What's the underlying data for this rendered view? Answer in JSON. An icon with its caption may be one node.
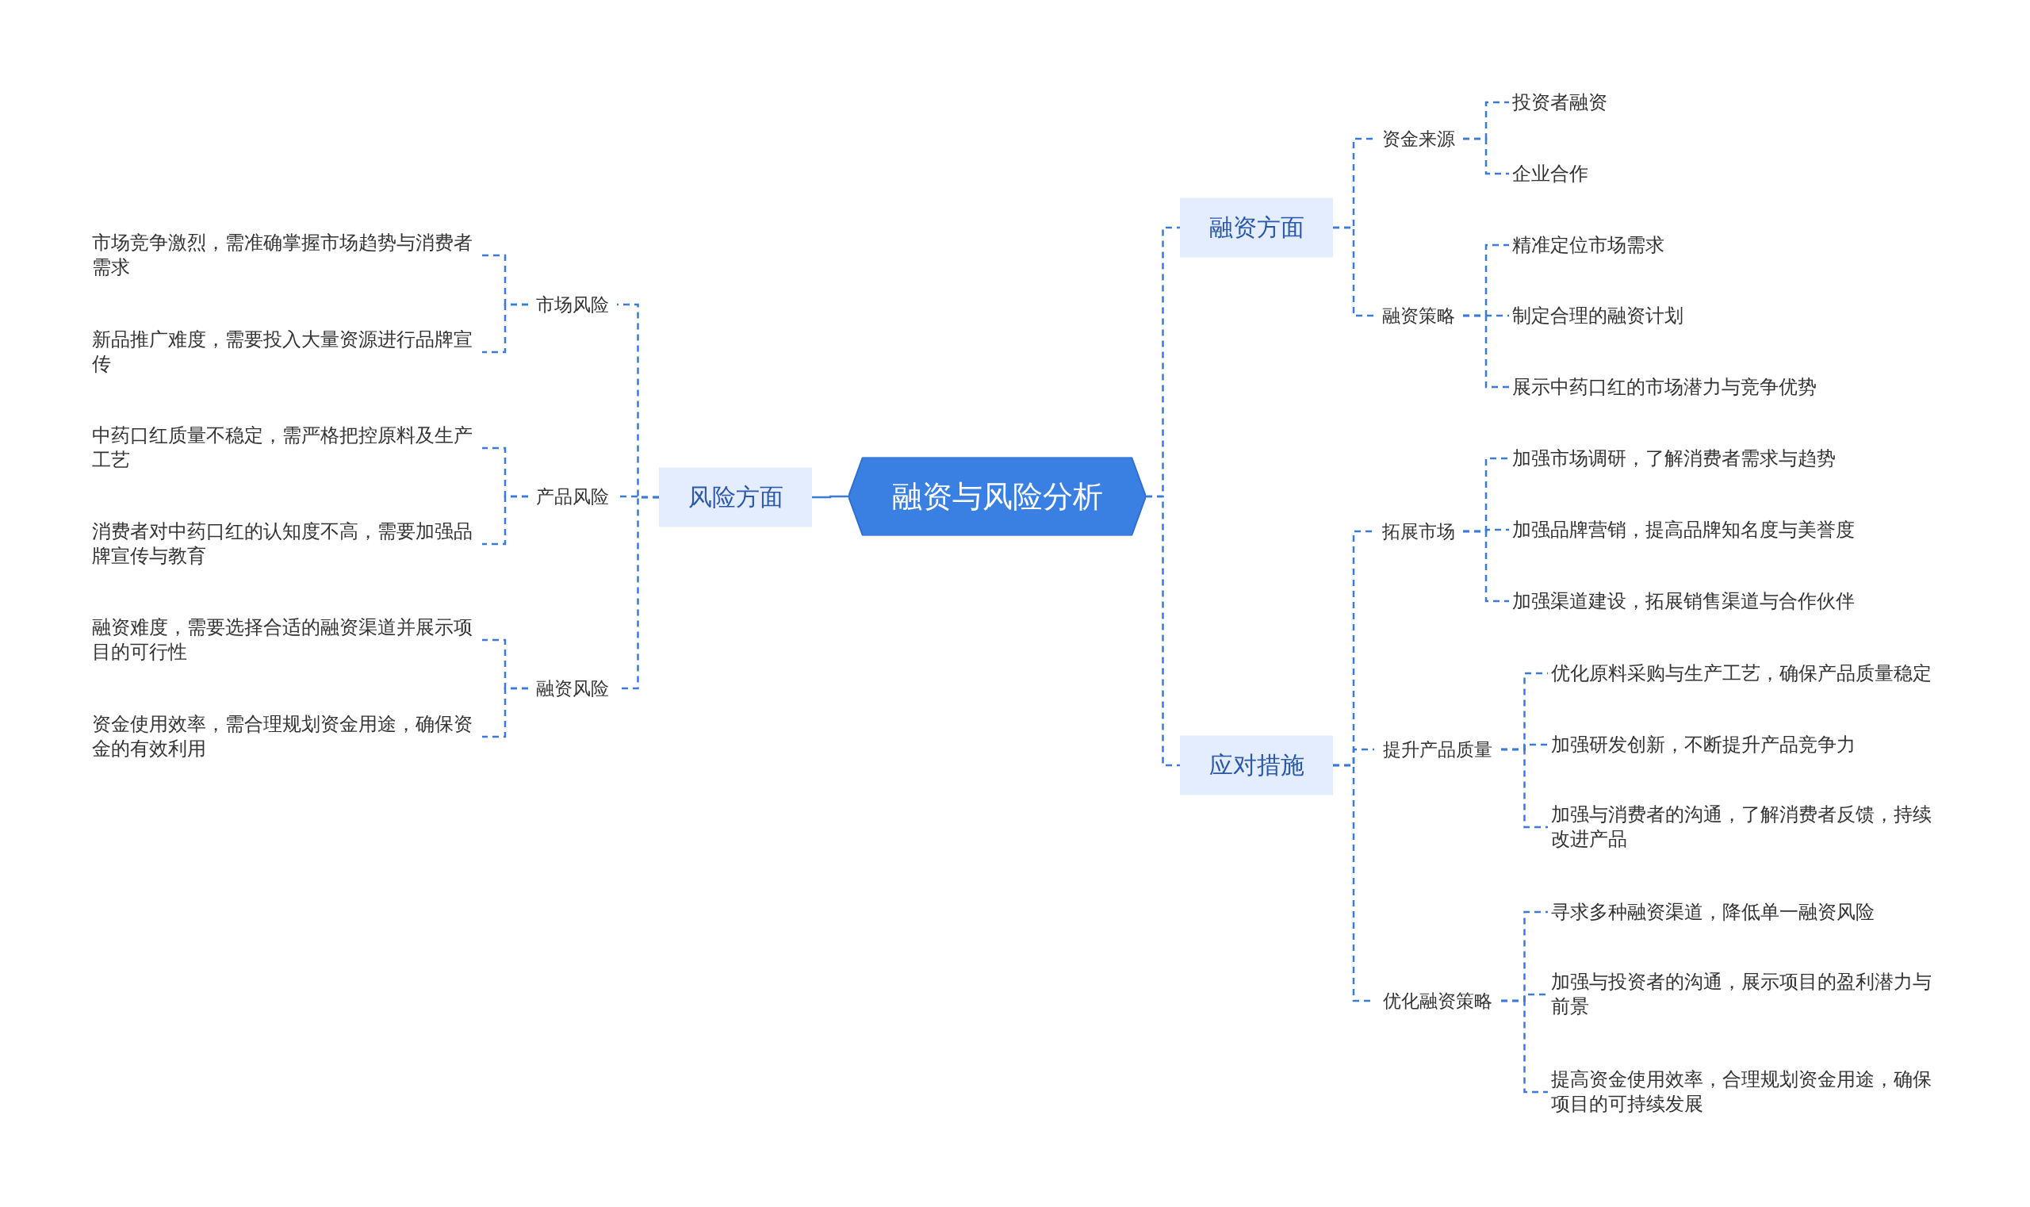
{
  "diagram": {
    "nodes": [
      {
        "text": [
          "融资与风险分析"
        ]
      },
      {
        "text": [
          "风险方面"
        ]
      },
      {
        "text": [
          "市场风险"
        ]
      },
      {
        "text": [
          "市场竞争激烈，需准确掌握市场趋势与消费者需求"
        ]
      },
      {
        "text": [
          "新品推广难度，需要投入大量资源进行品牌宣传"
        ]
      },
      {
        "text": [
          "产品风险"
        ]
      },
      {
        "text": [
          "中药口红质量不稳定，需严格把控原料及生产工艺"
        ]
      },
      {
        "text": [
          "消费者对中药口红的认知度不高，需要加强品牌宣传与教育"
        ]
      },
      {
        "text": [
          "融资风险"
        ]
      },
      {
        "text": [
          "融资难度，需要选择合适的融资渠道并展示项目的可行性"
        ]
      },
      {
        "text": [
          "资金使用效率，需合理规划资金用途，确保资金的有效利用"
        ]
      },
      {
        "text": [
          "融资方面"
        ]
      },
      {
        "text": [
          "资金来源"
        ]
      },
      {
        "text": [
          "投资者融资"
        ]
      },
      {
        "text": [
          "企业合作"
        ]
      },
      {
        "text": [
          "融资策略"
        ]
      },
      {
        "text": [
          "精准定位市场需求"
        ]
      },
      {
        "text": [
          "制定合理的融资计划"
        ]
      },
      {
        "text": [
          "展示中药口红的市场潜力与竞争优势"
        ]
      },
      {
        "text": [
          "应对措施"
        ]
      },
      {
        "text": [
          "拓展市场"
        ]
      },
      {
        "text": [
          "加强市场调研，了解消费者需求与趋势"
        ]
      },
      {
        "text": [
          "加强品牌营销，提高品牌知名度与美誉度"
        ]
      },
      {
        "text": [
          "加强渠道建设，拓展销售渠道与合作伙伴"
        ]
      },
      {
        "text": [
          "提升产品质量"
        ]
      },
      {
        "text": [
          "优化原料采购与生产工艺，确保产品质量稳定"
        ]
      },
      {
        "text": [
          "加强研发创新，不断提升产品竞争力"
        ]
      },
      {
        "text": [
          "加强与消费者的沟通，了解消费者反馈，持续改进产品"
        ]
      },
      {
        "text": [
          "优化融资策略"
        ]
      },
      {
        "text": [
          "寻求多种融资渠道，降低单一融资风险"
        ]
      },
      {
        "text": [
          "加强与投资者的沟通，展示项目的盈利潜力与前景"
        ]
      },
      {
        "text": [
          "提高资金使用效率，合理规划资金用途，确保项目的可持续发展"
        ]
      }
    ],
    "edges": [
      {
        "from": 0,
        "to": 1,
        "arrow": "none"
      },
      {
        "from": 1,
        "to": 2,
        "arrow": "none",
        "style": "dashed"
      },
      {
        "from": 2,
        "to": 3,
        "arrow": "none",
        "style": "dashed"
      },
      {
        "from": 2,
        "to": 4,
        "arrow": "none",
        "style": "dashed"
      },
      {
        "from": 1,
        "to": 5,
        "arrow": "none",
        "style": "dashed"
      },
      {
        "from": 5,
        "to": 6,
        "arrow": "none",
        "style": "dashed"
      },
      {
        "from": 5,
        "to": 7,
        "arrow": "none",
        "style": "dashed"
      },
      {
        "from": 1,
        "to": 8,
        "arrow": "none",
        "style": "dashed"
      },
      {
        "from": 8,
        "to": 9,
        "arrow": "none",
        "style": "dashed"
      },
      {
        "from": 8,
        "to": 10,
        "arrow": "none",
        "style": "dashed"
      },
      {
        "from": 0,
        "to": 11,
        "arrow": "none",
        "style": "dashed"
      },
      {
        "from": 11,
        "to": 12,
        "arrow": "none",
        "style": "dashed"
      },
      {
        "from": 12,
        "to": 13,
        "arrow": "none",
        "style": "dashed"
      },
      {
        "from": 12,
        "to": 14,
        "arrow": "none",
        "style": "dashed"
      },
      {
        "from": 11,
        "to": 15,
        "arrow": "none",
        "style": "dashed"
      },
      {
        "from": 15,
        "to": 16,
        "arrow": "none",
        "style": "dashed"
      },
      {
        "from": 15,
        "to": 17,
        "arrow": "none",
        "style": "dashed"
      },
      {
        "from": 15,
        "to": 18,
        "arrow": "none",
        "style": "dashed"
      },
      {
        "from": 0,
        "to": 19,
        "arrow": "none",
        "style": "dashed"
      },
      {
        "from": 19,
        "to": 20,
        "arrow": "none",
        "style": "dashed"
      },
      {
        "from": 20,
        "to": 21,
        "arrow": "none",
        "style": "dashed"
      },
      {
        "from": 20,
        "to": 22,
        "arrow": "none",
        "style": "dashed"
      },
      {
        "from": 20,
        "to": 23,
        "arrow": "none",
        "style": "dashed"
      },
      {
        "from": 19,
        "to": 24,
        "arrow": "none",
        "style": "dashed"
      },
      {
        "from": 24,
        "to": 25,
        "arrow": "none",
        "style": "dashed"
      },
      {
        "from": 24,
        "to": 26,
        "arrow": "none",
        "style": "dashed"
      },
      {
        "from": 24,
        "to": 27,
        "arrow": "none",
        "style": "dashed"
      },
      {
        "from": 19,
        "to": 28,
        "arrow": "none",
        "style": "dashed"
      },
      {
        "from": 28,
        "to": 29,
        "arrow": "none",
        "style": "dashed"
      },
      {
        "from": 28,
        "to": 30,
        "arrow": "none",
        "style": "dashed"
      },
      {
        "from": 28,
        "to": 31,
        "arrow": "none",
        "style": "dashed"
      }
    ]
  }
}
